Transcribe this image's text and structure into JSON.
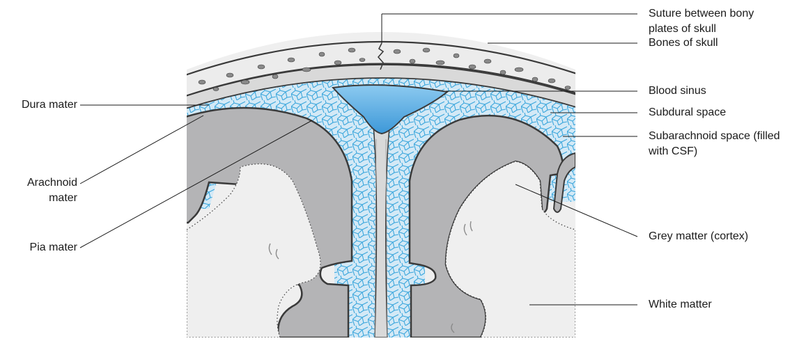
{
  "labels": {
    "suture": "Suture between bony",
    "suture_line2": "plates of skull",
    "bones": "Bones of skull",
    "blood_sinus": "Blood sinus",
    "subdural": "Subdural space",
    "subarachnoid": "Subarachnoid space (filled",
    "subarachnoid_line2": "with CSF)",
    "grey_matter": "Grey matter (cortex)",
    "white_matter": "White matter",
    "dura": "Dura mater",
    "arachnoid": "Arachnoid",
    "arachnoid_line2": "mater",
    "pia": "Pia mater"
  },
  "colors": {
    "bone": "#ececec",
    "bone_fragment": "#8a8a8a",
    "dura": "#d9d9d9",
    "csf": "#cde6f5",
    "csf_web": "#3aa6dc",
    "sinus": "#5aaee3",
    "grey_matter": "#b4b4b6",
    "white_matter": "#efefef",
    "outline": "#3a3a3a"
  }
}
